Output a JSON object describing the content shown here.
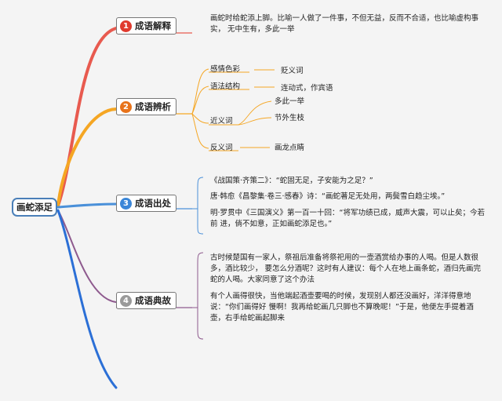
{
  "root": {
    "label": "画蛇添足",
    "border_color": "#4a7fb8"
  },
  "branches": [
    {
      "number": "1",
      "label": "成语解释",
      "color": "#e85a4f",
      "text": "画蛇时给蛇添上脚。比喻一人做了一件事，不但无益，反而不合适，也比喻虚构事实， 无中生有，多此一举"
    },
    {
      "number": "2",
      "label": "成语辨析",
      "color": "#f5a623",
      "items": [
        {
          "label": "感情色彩",
          "values": [
            "贬义词"
          ]
        },
        {
          "label": "语法结构",
          "values": [
            "连动式，作宾语"
          ]
        },
        {
          "label": "近义词",
          "values": [
            "多此一举",
            "节外生枝"
          ]
        },
        {
          "label": "反义词",
          "values": [
            "画龙点睛"
          ]
        }
      ]
    },
    {
      "number": "3",
      "label": "成语出处",
      "color": "#4a90d9",
      "texts": [
        "《战国策·齐策二》：“蛇固无足，子安能为之足？”",
        "唐·韩愈《昌黎集·卷三·感春》诗：“画蛇著足无处用，两鬓雪白趋尘埃。”",
        "明·罗贯中《三国演义》第一百一十回：“将军功绩已成，威声大震，可以止矣；今若前 进，倘不如意，正如画蛇添足也。”"
      ]
    },
    {
      "number": "4",
      "label": "成语典故",
      "color": "#8e5a8e",
      "texts": [
        "古时候楚国有一家人，祭祖后准备将祭祀用的一壶酒赏给办事的人喝。但是人数很多，酒比较少， 要怎么分酒呢？这时有人建议：每个人在地上画条蛇，酒归先画完蛇的人喝。大家同意了这个办法",
        "有个人画得很快，当他端起酒壶要喝的时候，发现别人都还没画好，洋洋得意地说：“你们画得好 慢啊！我再给蛇画几只脚也不算晚呢！”于是，他便左手提着酒壶，右手给蛇画起脚来"
      ]
    }
  ],
  "extra_line_color": "#2b6fd6"
}
